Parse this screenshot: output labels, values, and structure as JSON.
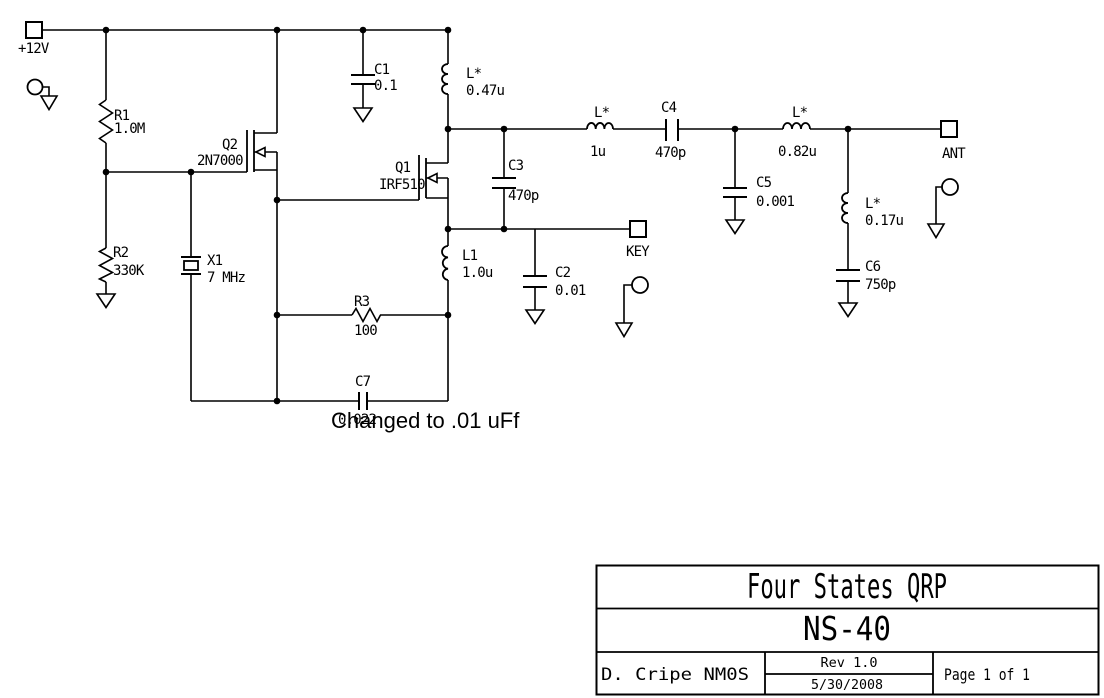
{
  "colors": {
    "ink": "#000000",
    "paper": "#ffffff"
  },
  "terminals": {
    "power": "+12V",
    "key": "KEY",
    "ant": "ANT"
  },
  "components": {
    "r1": {
      "ref": "R1",
      "value": "1.0M"
    },
    "r2": {
      "ref": "R2",
      "value": "330K"
    },
    "r3": {
      "ref": "R3",
      "value": "100"
    },
    "c1": {
      "ref": "C1",
      "value": "0.1"
    },
    "c2": {
      "ref": "C2",
      "value": "0.01"
    },
    "c3": {
      "ref": "C3",
      "value": "470p"
    },
    "c4": {
      "ref": "C4",
      "value": "470p"
    },
    "c5": {
      "ref": "C5",
      "value": "0.001"
    },
    "c6": {
      "ref": "C6",
      "value": "750p"
    },
    "c7": {
      "ref": "C7",
      "value": "0.022"
    },
    "q1": {
      "ref": "Q1",
      "value": "IRF510"
    },
    "q2": {
      "ref": "Q2",
      "value": "2N7000"
    },
    "x1": {
      "ref": "X1",
      "value": "7 MHz"
    },
    "l_input": {
      "ref": "L*",
      "value": "0.47u"
    },
    "l1": {
      "ref": "L1",
      "value": "1.0u"
    },
    "l_filter_a": {
      "ref": "L*",
      "value": "1u"
    },
    "l_filter_b": {
      "ref": "L*",
      "value": "0.82u"
    },
    "l_trap": {
      "ref": "L*",
      "value": "0.17u"
    }
  },
  "annotation": {
    "c7_change": "Changed to .01 uFf"
  },
  "title_block": {
    "company": "Four States QRP",
    "project": "NS-40",
    "author": "D. Cripe NM0S",
    "revision": "Rev 1.0",
    "date": "5/30/2008",
    "page": "Page 1 of 1"
  }
}
